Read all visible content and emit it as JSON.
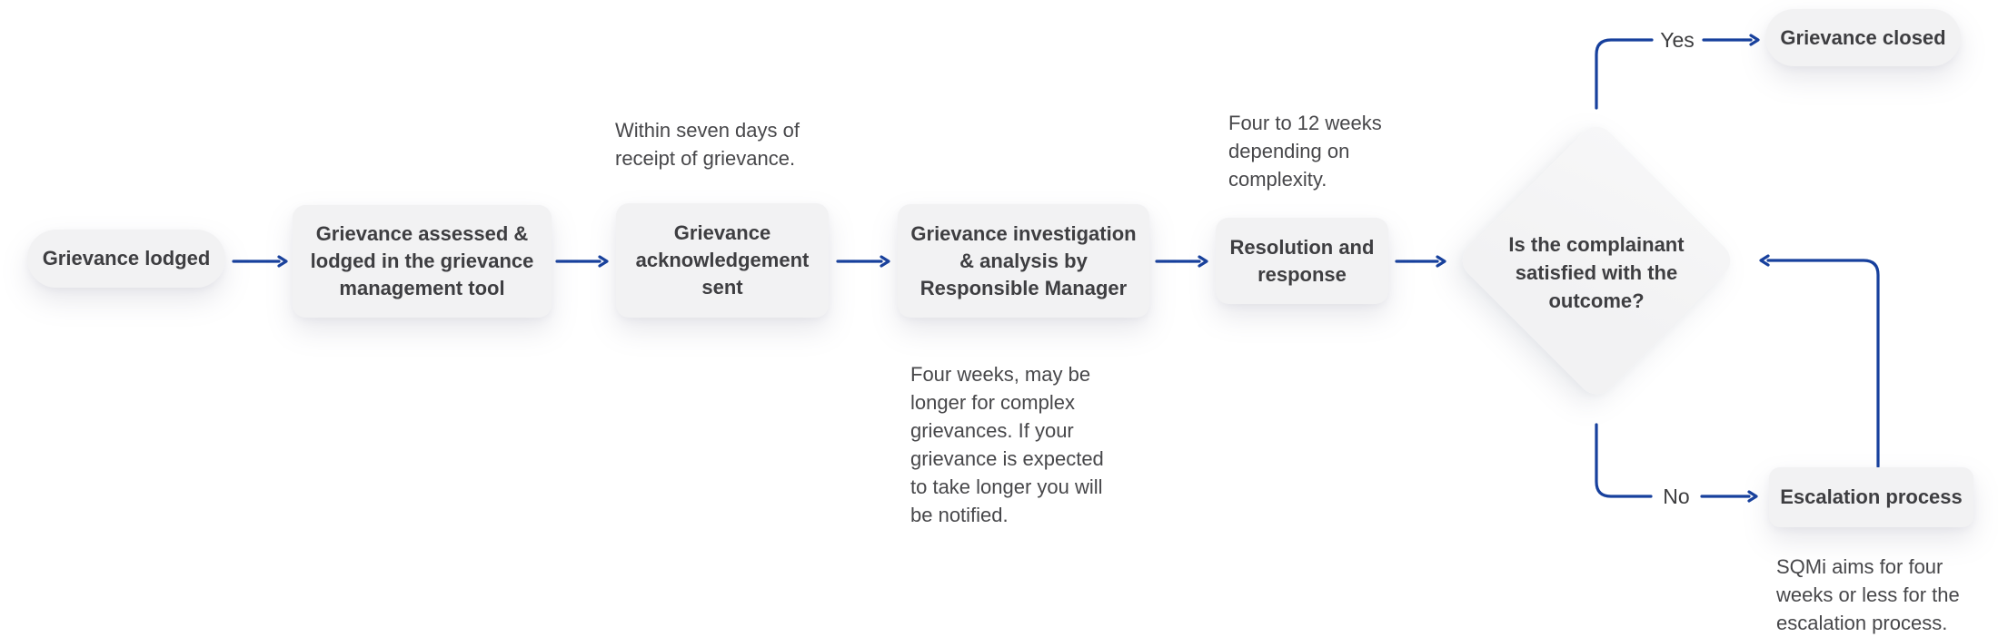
{
  "colors": {
    "bg": "#ffffff",
    "arrow": "#17409d",
    "node_fill": "#f2f2f3",
    "node_fill_light": "#f7f7f8",
    "node_text": "#3e3e41",
    "note_text": "#47474a",
    "branch_text": "#3c3c3e"
  },
  "nodes": {
    "lodged": "Grievance lodged",
    "assessed": "Grievance assessed &\nlodged in the grievance\nmanagement tool",
    "acknowledgement": "Grievance\nacknowledgement\nsent",
    "investigation": "Grievance investigation\n& analysis by\nResponsible Manager",
    "resolution": "Resolution and\nresponse",
    "decision": "Is the complainant\nsatisfied with the\noutcome?",
    "closed": "Grievance closed",
    "escalation": "Escalation process"
  },
  "branches": {
    "yes": "Yes",
    "no": "No"
  },
  "notes": {
    "acknowledgement_timing": "Within seven days of\nreceipt of grievance.",
    "investigation_timing": "Four weeks, may be\nlonger for complex\ngrievances. If your\ngrievance is expected\nto take longer you will\nbe notified.",
    "resolution_timing": "Four to 12 weeks\ndepending on\ncomplexity.",
    "escalation_timing": "SQMi aims for four\nweeks or less for the\nescalation process."
  }
}
